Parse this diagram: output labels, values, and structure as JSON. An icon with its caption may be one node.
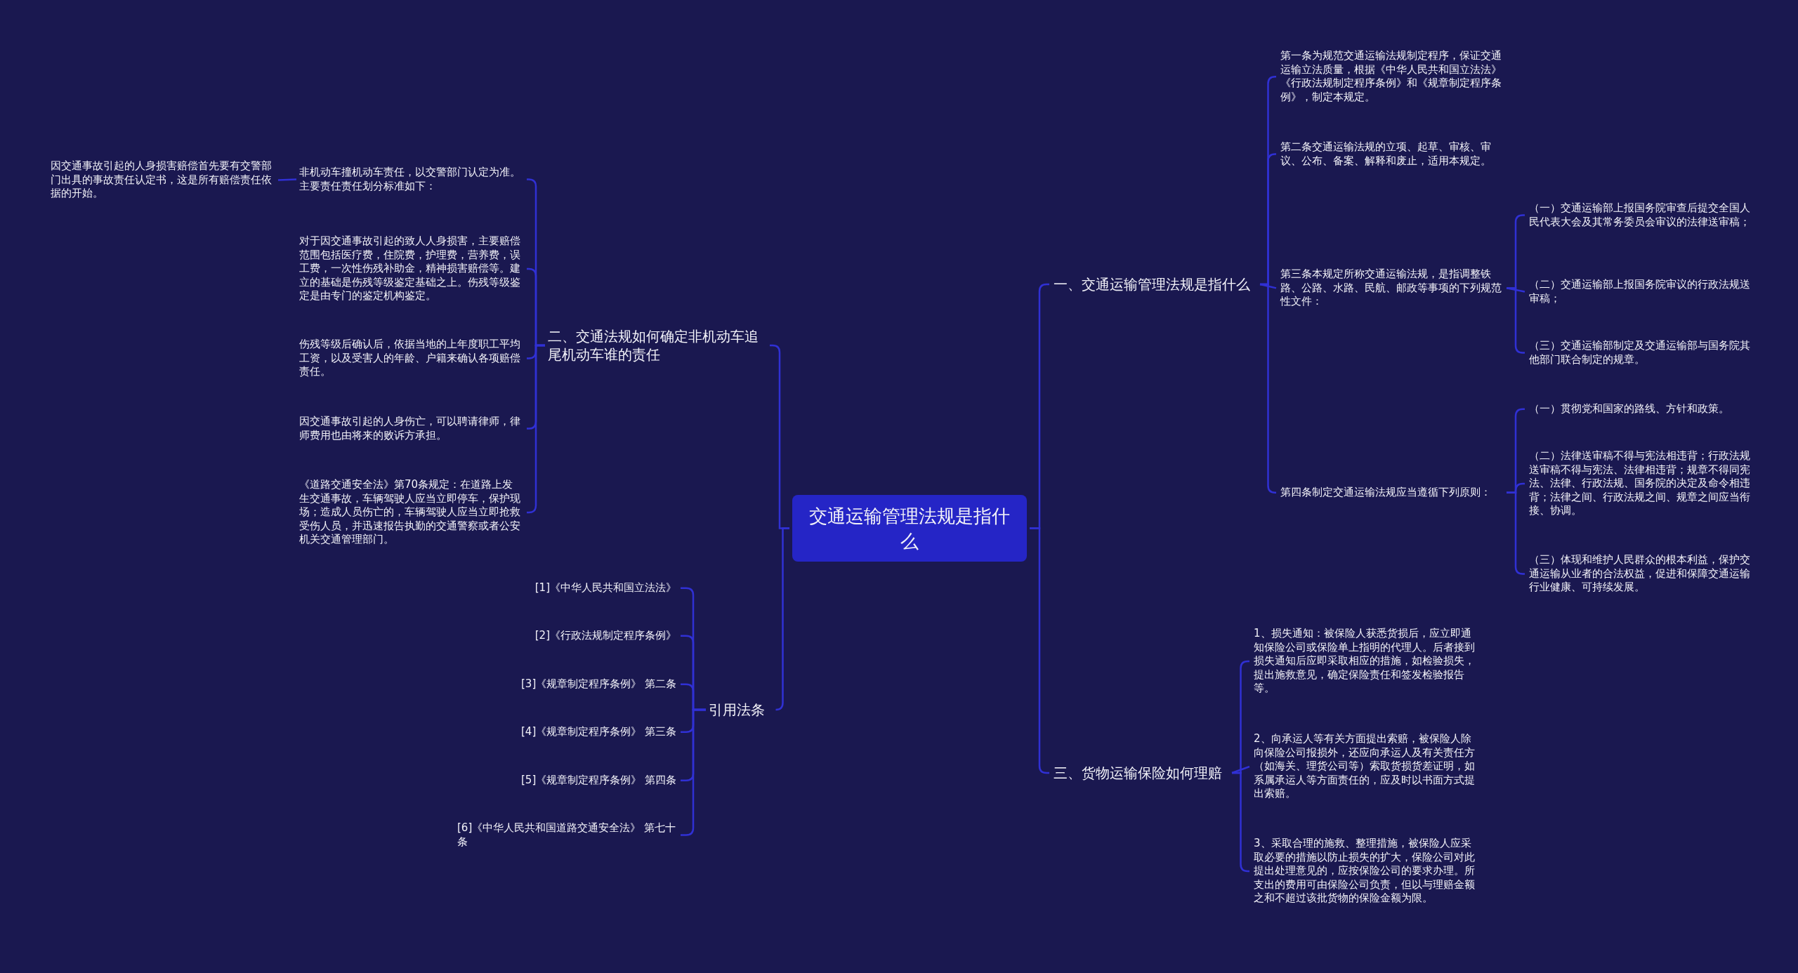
{
  "diagram": {
    "nodes": [
      {
        "text": [
          "交通运输管理法规是指什么"
        ]
      },
      {
        "text": [
          "一、交通运输管理法规是指什么"
        ]
      },
      {
        "text": [
          "第一条为规范交通运输法规制定程序，保证交通运输立法质量，根据《中华人民共和国立法法》《行政法规制定程序条例》和《规章制定程序条例》，制定本规定。"
        ]
      },
      {
        "text": [
          "第二条交通运输法规的立项、起草、审核、审议、公布、备案、解释和废止，适用本规定。"
        ]
      },
      {
        "text": [
          "第三条本规定所称交通运输法规，是指调整铁路、公路、水路、民航、邮政等事项的下列规范性文件："
        ]
      },
      {
        "text": [
          "（一）交通运输部上报国务院审查后提交全国人民代表大会及其常务委员会审议的法律送审稿；"
        ]
      },
      {
        "text": [
          "（二）交通运输部上报国务院审议的行政法规送审稿；"
        ]
      },
      {
        "text": [
          "（三）交通运输部制定及交通运输部与国务院其他部门联合制定的规章。"
        ]
      },
      {
        "text": [
          "第四条制定交通运输法规应当遵循下列原则："
        ]
      },
      {
        "text": [
          "（一）贯彻党和国家的路线、方针和政策。"
        ]
      },
      {
        "text": [
          "（二）法律送审稿不得与宪法相违背；行政法规送审稿不得与宪法、法律相违背；规章不得同宪法、法律、行政法规、国务院的决定及命令相违背；法律之间、行政法规之间、规章之间应当衔接、协调。"
        ]
      },
      {
        "text": [
          "（三）体现和维护人民群众的根本利益，保护交通运输从业者的合法权益，促进和保障交通运输行业健康、可持续发展。"
        ]
      },
      {
        "text": [
          "三、货物运输保险如何理赔"
        ]
      },
      {
        "text": [
          "1、损失通知：被保险人获悉货损后，应立即通知保险公司或保险单上指明的代理人。后者接到损失通知后应即采取相应的措施，如检验损失，提出施救意见，确定保险责任和签发检验报告等。"
        ]
      },
      {
        "text": [
          "2、向承运人等有关方面提出索赔，被保险人除向保险公司报损外，还应向承运人及有关责任方（如海关、理货公司等）索取货损货差证明，如系属承运人等方面责任的，应及时以书面方式提出索赔。"
        ]
      },
      {
        "text": [
          "3、采取合理的施救、整理措施，被保险人应采取必要的措施以防止损失的扩大，保险公司对此提出处理意见的，应按保险公司的要求办理。所支出的费用可由保险公司负责，但以与理赔金额之和不超过该批货物的保险金额为限。"
        ]
      },
      {
        "text": [
          "二、交通法规如何确定非机动车追尾机动车谁的责任"
        ]
      },
      {
        "text": [
          "非机动车撞机动车责任，以交警部门认定为准。主要责任责任划分标准如下："
        ]
      },
      {
        "text": [
          "因交通事故引起的人身损害赔偿首先要有交警部门出具的事故责任认定书，这是所有赔偿责任依据的开始。"
        ]
      },
      {
        "text": [
          "对于因交通事故引起的致人人身损害，主要赔偿范围包括医疗费，住院费，护理费，营养费，误工费，一次性伤残补助金，精神损害赔偿等。建立的基础是伤残等级鉴定基础之上。伤残等级鉴定是由专门的鉴定机构鉴定。"
        ]
      },
      {
        "text": [
          "伤残等级后确认后，依据当地的上年度职工平均工资，以及受害人的年龄、户籍来确认各项赔偿责任。"
        ]
      },
      {
        "text": [
          "因交通事故引起的人身伤亡，可以聘请律师，律师费用也由将来的败诉方承担。"
        ]
      },
      {
        "text": [
          "《道路交通安全法》第70条规定：在道路上发生交通事故，车辆驾驶人应当立即停车，保护现场；造成人员伤亡的，车辆驾驶人应当立即抢救受伤人员，并迅速报告执勤的交通警察或者公安机关交通管理部门。"
        ]
      },
      {
        "text": [
          "引用法条"
        ]
      },
      {
        "text": [
          "[1]《中华人民共和国立法法》"
        ]
      },
      {
        "text": [
          "[2]《行政法规制定程序条例》"
        ]
      },
      {
        "text": [
          "[3]《规章制定程序条例》 第二条"
        ]
      },
      {
        "text": [
          "[4]《规章制定程序条例》 第三条"
        ]
      },
      {
        "text": [
          "[5]《规章制定程序条例》 第四条"
        ]
      },
      {
        "text": [
          "[6]《中华人民共和国道路交通安全法》 第七十条"
        ]
      }
    ],
    "edges": [
      {
        "from": 0,
        "to": 1,
        "arrow": "none"
      },
      {
        "from": 0,
        "to": 12,
        "arrow": "none"
      },
      {
        "from": 0,
        "to": 16,
        "arrow": "none"
      },
      {
        "from": 0,
        "to": 23,
        "arrow": "none"
      },
      {
        "from": 1,
        "to": 2,
        "arrow": "none"
      },
      {
        "from": 1,
        "to": 3,
        "arrow": "none"
      },
      {
        "from": 1,
        "to": 4,
        "arrow": "none"
      },
      {
        "from": 1,
        "to": 8,
        "arrow": "none"
      },
      {
        "from": 4,
        "to": 5,
        "arrow": "none"
      },
      {
        "from": 4,
        "to": 6,
        "arrow": "none"
      },
      {
        "from": 4,
        "to": 7,
        "arrow": "none"
      },
      {
        "from": 8,
        "to": 9,
        "arrow": "none"
      },
      {
        "from": 8,
        "to": 10,
        "arrow": "none"
      },
      {
        "from": 8,
        "to": 11,
        "arrow": "none"
      },
      {
        "from": 12,
        "to": 13,
        "arrow": "none"
      },
      {
        "from": 12,
        "to": 14,
        "arrow": "none"
      },
      {
        "from": 12,
        "to": 15,
        "arrow": "none"
      },
      {
        "from": 16,
        "to": 17,
        "arrow": "none"
      },
      {
        "from": 16,
        "to": 19,
        "arrow": "none"
      },
      {
        "from": 16,
        "to": 20,
        "arrow": "none"
      },
      {
        "from": 16,
        "to": 21,
        "arrow": "none"
      },
      {
        "from": 16,
        "to": 22,
        "arrow": "none"
      },
      {
        "from": 17,
        "to": 18,
        "arrow": "none"
      },
      {
        "from": 23,
        "to": 24,
        "arrow": "none"
      },
      {
        "from": 23,
        "to": 25,
        "arrow": "none"
      },
      {
        "from": 23,
        "to": 26,
        "arrow": "none"
      },
      {
        "from": 23,
        "to": 27,
        "arrow": "none"
      },
      {
        "from": 23,
        "to": 28,
        "arrow": "none"
      },
      {
        "from": 23,
        "to": 29,
        "arrow": "none"
      }
    ]
  }
}
